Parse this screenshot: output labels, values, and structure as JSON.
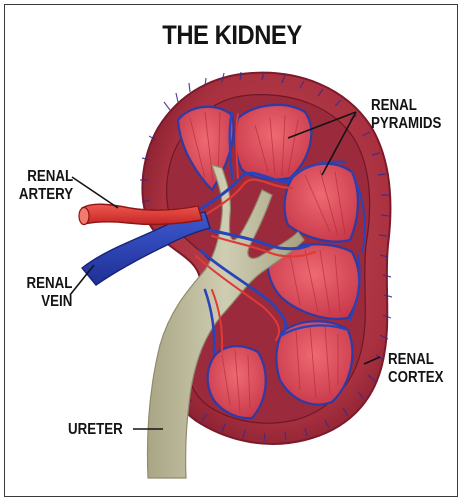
{
  "title": "THE KIDNEY",
  "labels": {
    "renal_pyramids": [
      "RENAL",
      "PYRAMIDS"
    ],
    "renal_artery": [
      "RENAL",
      "ARTERY"
    ],
    "renal_vein": [
      "RENAL",
      "VEIN"
    ],
    "renal_cortex": [
      "RENAL",
      "CORTEX"
    ],
    "ureter": [
      "URETER"
    ]
  },
  "colors": {
    "cortex": "#b33a4a",
    "medulla": "#8e2336",
    "pyramid": "#e0505c",
    "artery": "#e23a35",
    "vein": "#2a43b8",
    "ureter": "#b9b79a"
  }
}
